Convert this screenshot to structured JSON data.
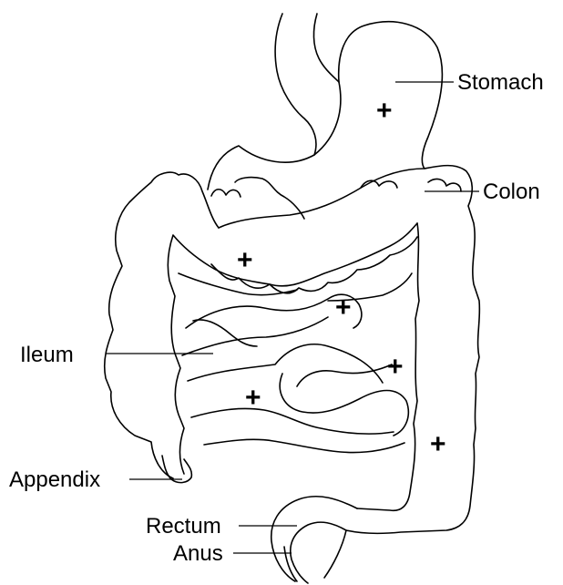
{
  "labels": {
    "stomach": "Stomach",
    "colon": "Colon",
    "ileum": "Ileum",
    "appendix": "Appendix",
    "rectum": "Rectum",
    "anus": "Anus"
  },
  "marker_symbol": "+",
  "stroke_color": "#000000",
  "background_color": "#ffffff"
}
